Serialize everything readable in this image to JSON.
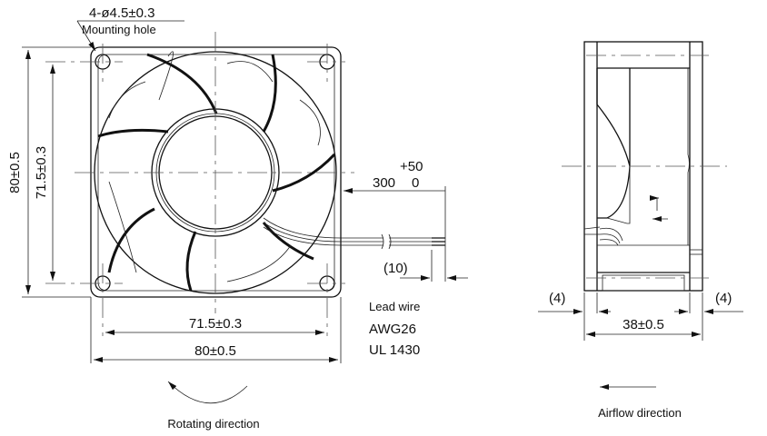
{
  "front_view": {
    "mounting_hole_spec": "4-ø4.5±0.3",
    "mounting_hole_label": "Mounting hole",
    "height_overall": "80±0.5",
    "height_hole_pitch": "71.5±0.3",
    "width_hole_pitch": "71.5±0.3",
    "width_overall": "80±0.5",
    "rotating_direction_label": "Rotating direction"
  },
  "lead_wire": {
    "tolerance_upper": "+50",
    "length": "300",
    "tolerance_lower": "0",
    "strip_length": "(10)",
    "label": "Lead wire",
    "gauge": "AWG26",
    "standard": "UL 1430"
  },
  "side_view": {
    "flange_left": "(4)",
    "flange_right": "(4)",
    "depth": "38±0.5",
    "airflow_direction_label": "Airflow direction"
  }
}
